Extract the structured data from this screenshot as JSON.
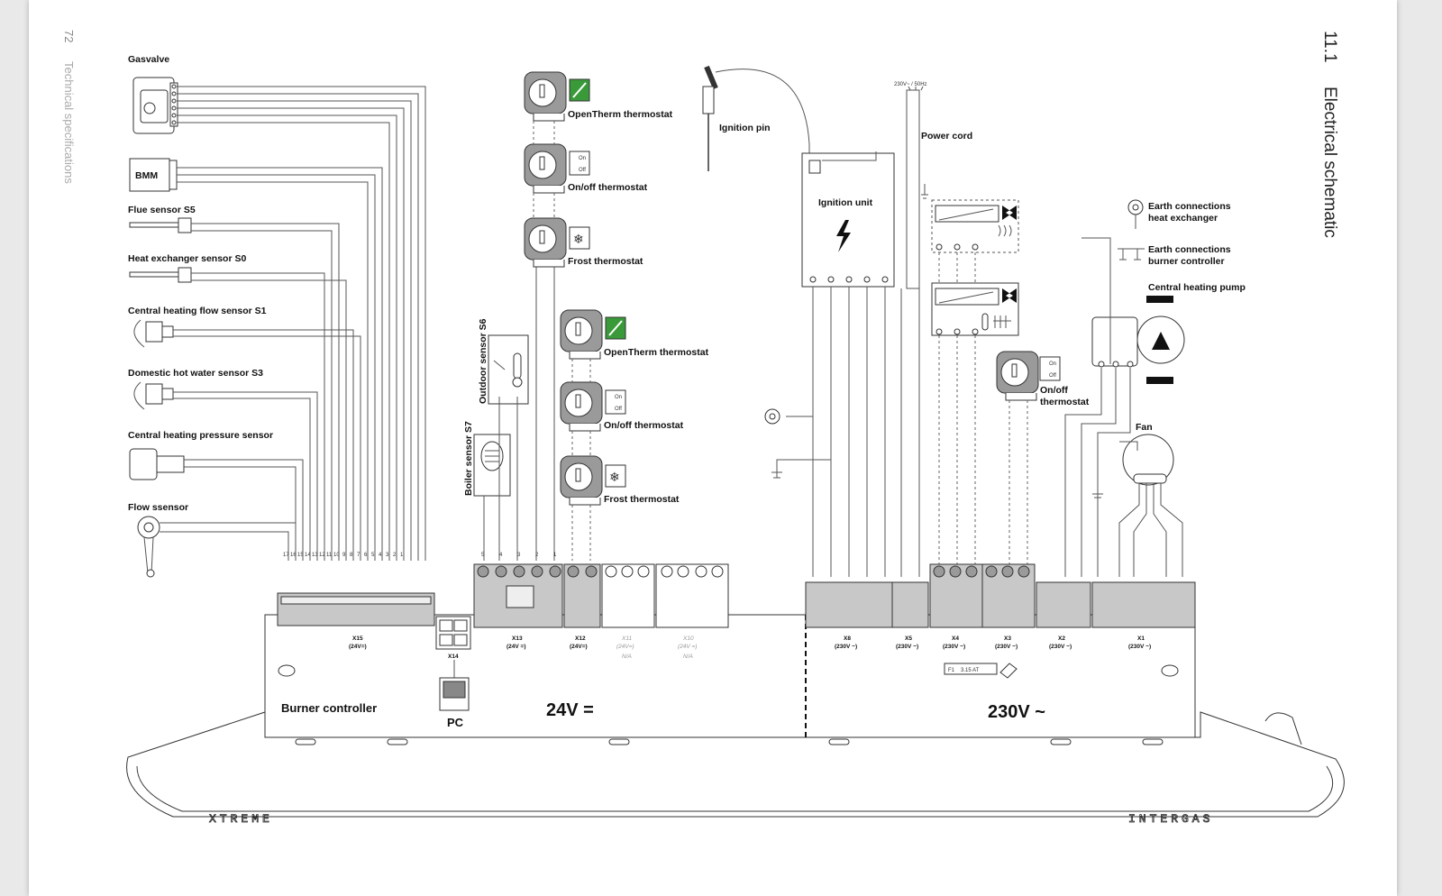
{
  "page_number": "72",
  "side_section": "Technical specifications",
  "section": {
    "number": "11.1",
    "title": "Electrical schematic"
  },
  "components_left": {
    "gasvalve": "Gasvalve",
    "bmm": "BMM",
    "flue_sensor": "Flue sensor S5",
    "heat_exchanger_sensor": "Heat exchanger sensor S0",
    "ch_flow_sensor": "Central heating flow sensor S1",
    "dhw_sensor": "Domestic hot water sensor S3",
    "ch_pressure_sensor": "Central heating pressure sensor",
    "flow_sensor": "Flow ssensor"
  },
  "thermostats_column_1": {
    "opentherm": "OpenTherm thermostat",
    "onoff": "On/off thermostat",
    "frost": "Frost thermostat"
  },
  "thermostats_column_2": {
    "opentherm": "OpenTherm thermostat",
    "onoff": "On/off thermostat",
    "frost": "Frost thermostat"
  },
  "sensors_mid": {
    "outdoor": "Outdoor sensor S6",
    "boiler": "Boiler sensor S7"
  },
  "switch_labels": {
    "on": "On",
    "off": "Off"
  },
  "components_right": {
    "ignition_pin": "Ignition pin",
    "ignition_unit": "Ignition unit",
    "power_cord": "Power cord",
    "power_spec": "230V~ / 50Hz",
    "earth_hx_1": "Earth connections",
    "earth_hx_2": "heat exchanger",
    "earth_bc_1": "Earth connections",
    "earth_bc_2": "burner controller",
    "ch_pump": "Central heating pump",
    "onoff_1": "On/off",
    "onoff_2": "thermostat",
    "fan": "Fan"
  },
  "connectors": [
    {
      "id": "X15",
      "voltage": "(24V=)"
    },
    {
      "id": "X14",
      "voltage": ""
    },
    {
      "id": "X13",
      "voltage": "(24V =)"
    },
    {
      "id": "X12",
      "voltage": "(24V=)"
    },
    {
      "id": "X11",
      "voltage": "(24V=)",
      "note": "N/A"
    },
    {
      "id": "X10",
      "voltage": "(24V =)",
      "note": "N/A"
    },
    {
      "id": "X8",
      "voltage": "(230V ~)"
    },
    {
      "id": "X5",
      "voltage": "(230V ~)"
    },
    {
      "id": "X4",
      "voltage": "(230V ~)"
    },
    {
      "id": "X3",
      "voltage": "(230V ~)"
    },
    {
      "id": "X2",
      "voltage": "(230V ~)"
    },
    {
      "id": "X1",
      "voltage": "(230V ~)"
    }
  ],
  "fuse": {
    "id": "F1",
    "rating": "3.15 AT"
  },
  "controller": {
    "name": "Burner controller",
    "pc": "PC",
    "low_voltage": "24V =",
    "high_voltage": "230V ~",
    "brand_left": "XTREME",
    "brand_right": "INTERGAS"
  },
  "x15_pins": [
    "17",
    "16",
    "15",
    "14",
    "13",
    "12",
    "11",
    "10",
    "9",
    "8",
    "7",
    "6",
    "5",
    "4",
    "3",
    "2",
    "1"
  ],
  "x13_pins": [
    "5",
    "4",
    "3",
    "2",
    "1"
  ]
}
